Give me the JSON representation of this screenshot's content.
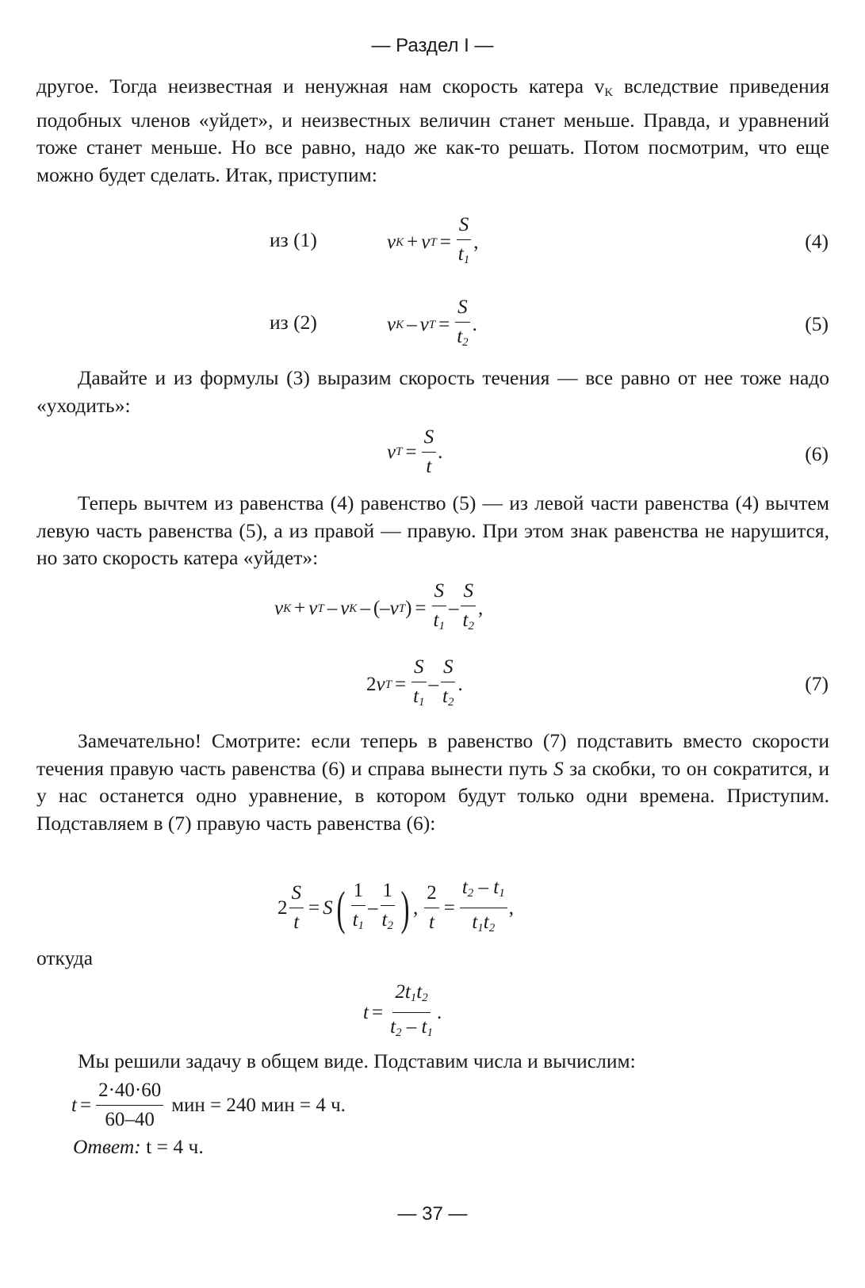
{
  "header": "— Раздел I —",
  "paragraphs": {
    "p1": "другое. Тогда неизвестная и ненужная нам скорость катера v",
    "p1_sub": "K",
    "p1_rest": " вследствие приведения подобных членов «уйдет», и неизвестных величин станет меньше. Правда, и уравнений тоже станет меньше. Но все равно, надо же как-то решать. Потом посмотрим, что еще можно будет сделать. Итак, приступим:",
    "p2": "Давайте и из формулы (3) выразим скорость течения — все равно от нее тоже надо «уходить»:",
    "p3": "Теперь вычтем из равенства (4) равенство (5) — из левой части равенства (4) вычтем левую часть равенства (5), а из правой — правую. При этом знак равенства не нарушится, но зато скорость катера «уйдет»:",
    "p4_start": "Замечательно! Смотрите: если теперь в равенство (7) подставить вместо скорости течения правую часть равенства (6) и справа вынести путь ",
    "p4_S": "S",
    "p4_end": " за скобки, то он сократится, и у нас останется одно уравнение, в котором будут только одни времена. Приступим. Подставляем в (7) правую часть равенства (6):",
    "otkuda": "откуда",
    "p5": "Мы решили задачу в общем виде. Подставим числа и вычислим:",
    "answer_label": "Ответ:",
    "answer_value": "t = 4 ч."
  },
  "equations": {
    "eq4_label": "из (1)",
    "eq4_num": "(4)",
    "eq5_label": "из (2)",
    "eq5_num": "(5)",
    "eq6_num": "(6)",
    "eq7_num": "(7)",
    "calc_num": "2·40·60",
    "calc_den": "60–40",
    "calc_rest": "мин = 240 мин = 4 ч."
  },
  "footer": "— 37 —"
}
